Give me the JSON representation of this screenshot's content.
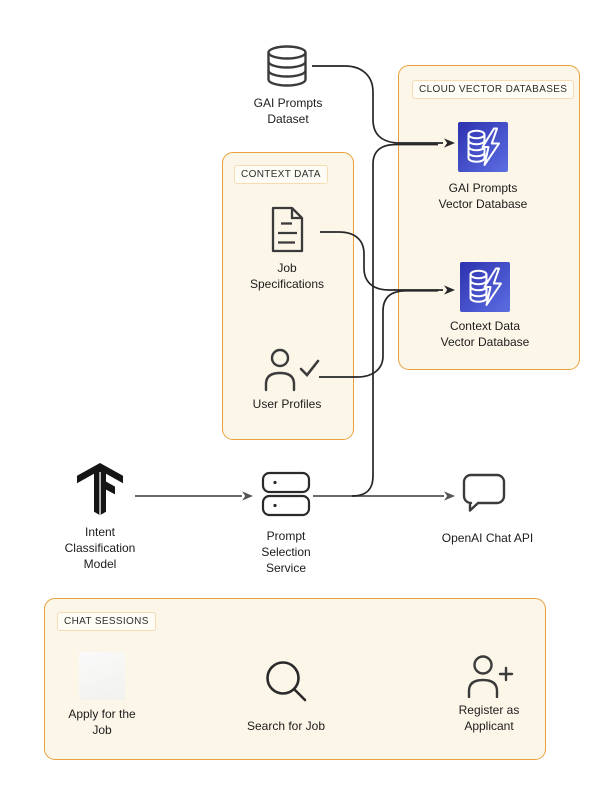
{
  "colors": {
    "group_border": "#E8A23D",
    "group_fill": "#FCF6E9",
    "chip_fill": "#FFFCF5",
    "chip_border": "#F5DCB3",
    "edge_dark": "#262626",
    "edge_gray": "#555555",
    "aws_icon_gradient_start": "#2D31AF",
    "aws_icon_gradient_end": "#5C6EE2",
    "icon_stroke": "#3B3B3B",
    "label_color": "#1C1C1C"
  },
  "groups": {
    "cloud_vector_databases": {
      "label": "CLOUD VECTOR DATABASES"
    },
    "context_data": {
      "label": "CONTEXT DATA"
    },
    "chat_sessions": {
      "label": "CHAT SESSIONS"
    }
  },
  "nodes": {
    "gai_prompts_dataset": {
      "label1": "GAI Prompts",
      "label2": "Dataset",
      "icon": "database-cylinder-icon"
    },
    "gai_prompts_vector_db": {
      "label1": "GAI Prompts",
      "label2": "Vector Database",
      "icon": "aws-vector-database-icon"
    },
    "context_data_vector_db": {
      "label1": "Context Data",
      "label2": "Vector Database",
      "icon": "aws-vector-database-icon"
    },
    "job_specifications": {
      "label1": "Job",
      "label2": "Specifications",
      "icon": "document-icon"
    },
    "user_profiles": {
      "label": "User Profiles",
      "icon": "user-check-icon"
    },
    "intent_classification_model": {
      "label1": "Intent",
      "label2": "Classification",
      "label3": "Model",
      "icon": "tensorflow-icon"
    },
    "prompt_selection_service": {
      "label1": "Prompt",
      "label2": "Selection",
      "label3": "Service",
      "icon": "toggle-list-icon"
    },
    "openai_chat_api": {
      "label": "OpenAI Chat API",
      "icon": "chat-bubble-icon"
    },
    "apply_for_the_job": {
      "label1": "Apply for the",
      "label2": "Job",
      "icon": "image-placeholder-icon"
    },
    "search_for_job": {
      "label": "Search for Job",
      "icon": "search-icon"
    },
    "register_as_applicant": {
      "label1": "Register as",
      "label2": "Applicant",
      "icon": "user-plus-icon"
    }
  }
}
